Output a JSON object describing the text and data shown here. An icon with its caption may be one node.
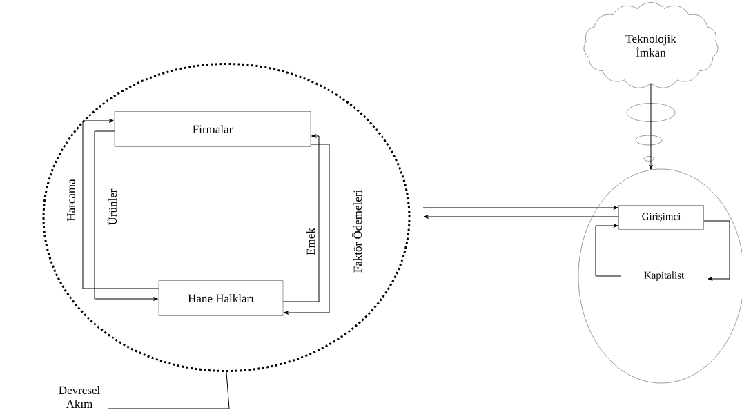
{
  "diagram": {
    "nodes": [
      {
        "text": [],
        "shape": "circle"
      },
      {
        "text": [
          "Firmalar"
        ],
        "in": 0
      },
      {
        "text": [
          "Hane Halkları"
        ],
        "in": 0
      },
      {
        "text": [
          "Teknolojik İmkan"
        ]
      },
      {
        "text": [],
        "shape": "circle"
      },
      {
        "text": [
          "Girişimci"
        ],
        "in": 4
      },
      {
        "text": [
          "Kapitalist"
        ],
        "in": 4
      },
      {
        "text": [
          "Devresel Akım"
        ]
      }
    ],
    "edges": [
      {
        "from": 2,
        "to": 1,
        "arrow": "to",
        "label": "Harcama"
      },
      {
        "from": 1,
        "to": 2,
        "arrow": "to",
        "label": "Ürünler"
      },
      {
        "from": 2,
        "to": 1,
        "arrow": "to",
        "label": "Emek"
      },
      {
        "from": 1,
        "to": 2,
        "arrow": "to",
        "label": "Faktör Ödemeleri"
      },
      {
        "from": 3,
        "to": 4,
        "arrow": "to"
      },
      {
        "from": null,
        "to": 5,
        "arrow": "to"
      },
      {
        "from": 5,
        "to": null,
        "arrow": "to"
      },
      {
        "from": 5,
        "to": 6,
        "arrow": "to"
      },
      {
        "from": 6,
        "to": 5,
        "arrow": "to"
      },
      {
        "from": 7,
        "to": 0,
        "arrow": "none"
      }
    ]
  }
}
